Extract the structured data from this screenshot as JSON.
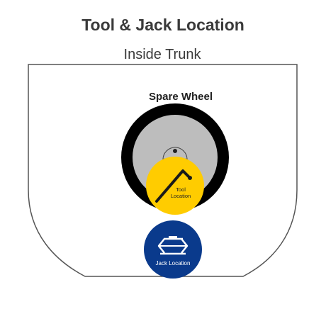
{
  "title": "Tool & Jack Location",
  "subtitle": "Inside Trunk",
  "spare_wheel": {
    "label": "Spare Wheel"
  },
  "tool": {
    "label_line1": "Tool",
    "label_line2": "Location",
    "color": "#FFCC00"
  },
  "jack": {
    "label": "Jack Location",
    "color": "#0A3A8C"
  },
  "colors": {
    "tire": "#000000",
    "rim": "#BDBDBD",
    "trunk_outline": "#555555"
  }
}
